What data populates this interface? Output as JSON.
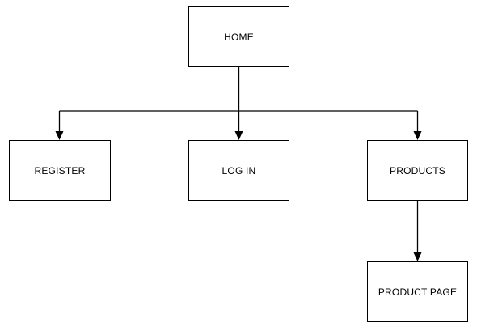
{
  "diagram": {
    "nodes": {
      "home": "HOME",
      "register": "REGISTER",
      "login": "LOG IN",
      "products": "PRODUCTS",
      "product_page": "PRODUCT PAGE"
    },
    "edges": [
      {
        "from": "home",
        "to": "register"
      },
      {
        "from": "home",
        "to": "login"
      },
      {
        "from": "home",
        "to": "products"
      },
      {
        "from": "products",
        "to": "product_page"
      }
    ],
    "colors": {
      "line": "#000000",
      "background": "#ffffff"
    }
  }
}
